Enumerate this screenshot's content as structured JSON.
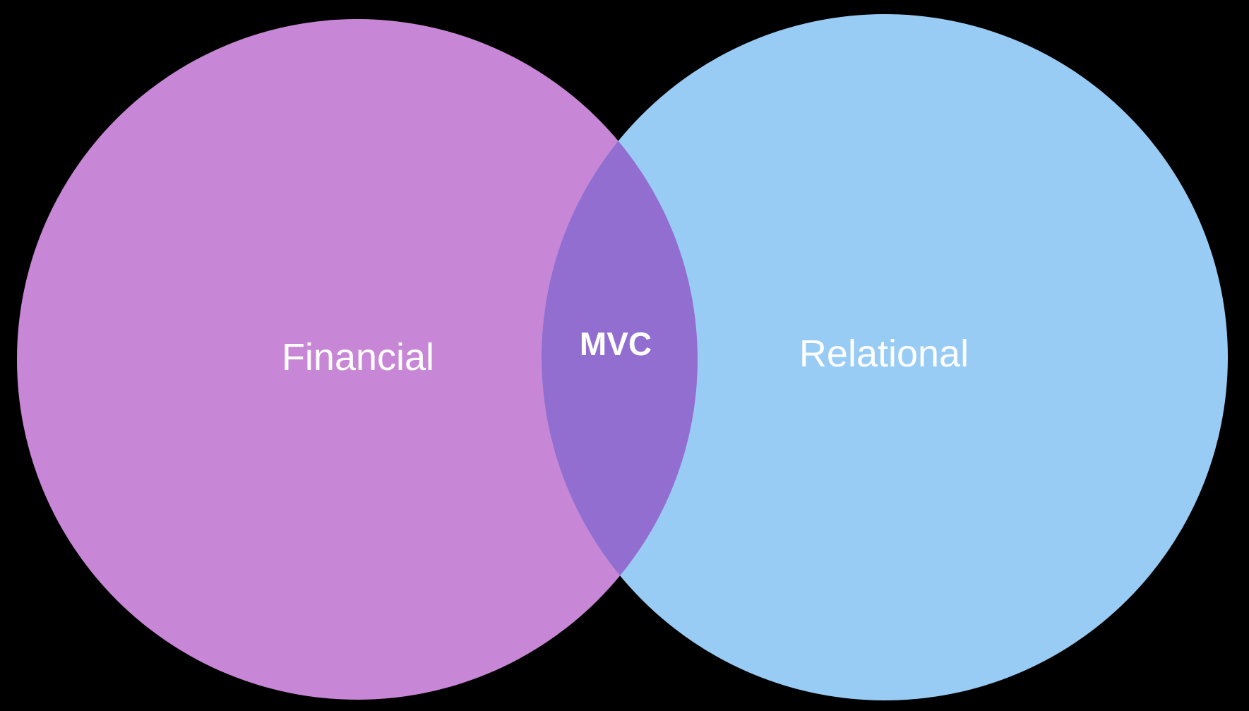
{
  "diagram": {
    "type": "venn",
    "sets": [
      {
        "id": "left",
        "label": "Financial",
        "color": "#c887d6"
      },
      {
        "id": "right",
        "label": "Relational",
        "color": "#98ccf5"
      }
    ],
    "intersection": {
      "label": "MVC",
      "color": "#916ed0"
    }
  },
  "background": "#000000"
}
